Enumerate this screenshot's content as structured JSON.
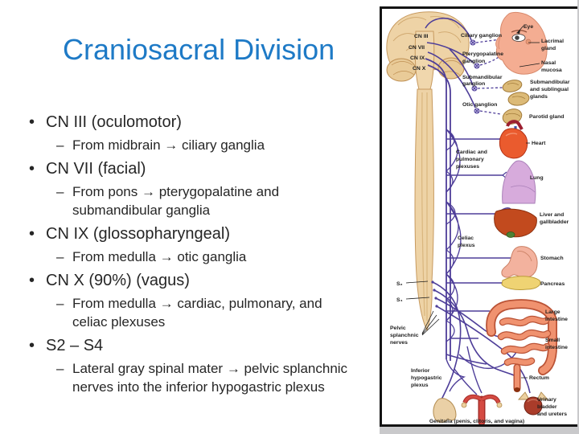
{
  "slide": {
    "title": "Craniosacral Division",
    "glyphs": {
      "bullet": "•",
      "dash": "–"
    },
    "bullets": [
      {
        "label": "CN III (oculomotor)",
        "sub": [
          [
            "From midbrain → ciliary ganglia"
          ]
        ]
      },
      {
        "label": "CN VII (facial)",
        "sub": [
          [
            "From pons → pterygopalatine and",
            "submandibular ganglia"
          ]
        ]
      },
      {
        "label": "CN IX (glossopharyngeal)",
        "sub": [
          [
            "From medulla → otic ganglia"
          ]
        ]
      },
      {
        "label": "CN X (90%) (vagus)",
        "sub": [
          [
            "From medulla → cardiac, pulmonary, and",
            "celiac plexuses"
          ]
        ]
      },
      {
        "label": "S2 – S4",
        "sub": [
          [
            "Lateral gray spinal mater → pelvic splanchnic",
            "nerves into the inferior hypogastric plexus"
          ]
        ]
      }
    ]
  },
  "colors": {
    "title_blue": "#1e7ac6",
    "body_text": "#262626",
    "nerve_purple": "#4e3e99",
    "cord_tan": "#eed3a6",
    "frame_black": "#141414"
  },
  "figure": {
    "labels": {
      "cn3": "CN III",
      "cn7": "CN VII",
      "cn9": "CN IX",
      "cn10": "CN X",
      "ciliary": "Ciliary ganglion",
      "pterygopalatine": [
        "Pterygopalatine",
        "ganglion"
      ],
      "submandibular_ganglion": [
        "Submandibular",
        "ganglion"
      ],
      "otic": "Otic ganglion",
      "eye": "Eye",
      "lacrimal": [
        "Lacrimal",
        "gland"
      ],
      "nasal": [
        "Nasal",
        "mucosa"
      ],
      "sublingual": [
        "Submandibular",
        "and sublingual",
        "glands"
      ],
      "parotid": "Parotid gland",
      "heart": "Heart",
      "cardiac_plexus": [
        "Cardiac and",
        "pulmonary",
        "plexuses"
      ],
      "lung": "Lung",
      "liver": [
        "Liver and",
        "gallbladder"
      ],
      "celiac_plexus": [
        "Celiac",
        "plexus"
      ],
      "stomach": "Stomach",
      "pancreas": "Pancreas",
      "s2": "S₂",
      "s4": "S₄",
      "large_intestine": [
        "Large",
        "intestine"
      ],
      "pelvic_nerves": [
        "Pelvic",
        "splanchnic",
        "nerves"
      ],
      "small_intestine": [
        "Small",
        "intestine"
      ],
      "hypogastric": [
        "Inferior",
        "hypogastric",
        "plexus"
      ],
      "rectum": "Rectum",
      "urinary": [
        "Urinary",
        "bladder",
        "and ureters"
      ],
      "genitalia": "Genitalia (penis, clitoris, and vagina)"
    }
  }
}
